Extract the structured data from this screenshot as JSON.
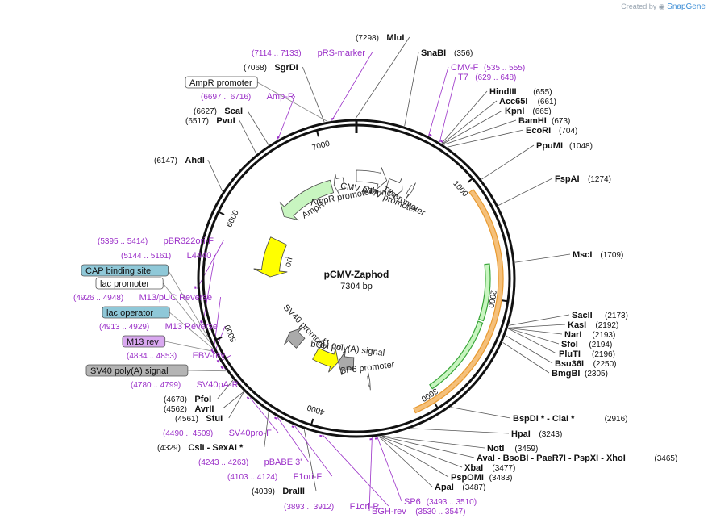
{
  "brand": {
    "prefix": "Created by",
    "name": "SnapGene"
  },
  "plasmid": {
    "name": "pCMV-Zaphod",
    "size_label": "7304 bp",
    "length": 7304
  },
  "ticks": [
    {
      "pos": 1000,
      "label": "1000"
    },
    {
      "pos": 2000,
      "label": "2000"
    },
    {
      "pos": 3000,
      "label": "3000"
    },
    {
      "pos": 4000,
      "label": "4000"
    },
    {
      "pos": 5000,
      "label": "5000"
    },
    {
      "pos": 6000,
      "label": "6000"
    },
    {
      "pos": 7000,
      "label": "7000"
    }
  ],
  "features": [
    {
      "name": "AmpR",
      "start": 6300,
      "end": 7000,
      "strand": "-",
      "kind": "ampr",
      "color": "#c8f5c0"
    },
    {
      "name": "AmpR promoter",
      "start": 7030,
      "end": 7150,
      "strand": "-",
      "kind": "promoter",
      "color": "#ffffff"
    },
    {
      "name": "CMV enhancer",
      "start": 0,
      "end": 350,
      "strand": "+",
      "kind": "enhancer",
      "color": "#ffffff"
    },
    {
      "name": "CMV promoter",
      "start": 370,
      "end": 560,
      "strand": "+",
      "kind": "promoter",
      "color": "#ffffff"
    },
    {
      "name": "T7 promoter",
      "start": 620,
      "end": 660,
      "strand": "+",
      "kind": "promoter",
      "color": "#ffffff"
    },
    {
      "name": "ori",
      "start": 5500,
      "end": 6000,
      "strand": "-",
      "kind": "ori",
      "color": "#ffff00"
    },
    {
      "name": "SV40 promoter",
      "start": 4480,
      "end": 4690,
      "strand": "+",
      "kind": "promoter",
      "color": "#aaaaaa"
    },
    {
      "name": "f1 ori",
      "start": 3900,
      "end": 4230,
      "strand": "-",
      "kind": "ori",
      "color": "#ffff00"
    },
    {
      "name": "bGH poly(A) signal",
      "start": 3690,
      "end": 3900,
      "strand": "+",
      "kind": "terminator",
      "color": "#aaaaaa"
    },
    {
      "name": "SP6 promoter",
      "start": 3500,
      "end": 3520,
      "strand": "-",
      "kind": "promoter",
      "color": "#ffffff"
    }
  ],
  "orf_arcs": [
    {
      "start": 1070,
      "end": 3170,
      "color": "#f5c07a",
      "stroke": "#e89a30"
    },
    {
      "start": 1700,
      "end": 2200,
      "color": "#c8f5c0",
      "stroke": "#3aa63a"
    },
    {
      "start": 2220,
      "end": 2950,
      "color": "#c8f5c0",
      "stroke": "#3aa63a"
    }
  ],
  "labels": [
    {
      "name": "MluI",
      "pos": "(7298)",
      "type": "site"
    },
    {
      "name": "SnaBI",
      "pos": "(356)",
      "type": "site"
    },
    {
      "name": "CMV-F",
      "pos": "(535 .. 555)",
      "type": "primer"
    },
    {
      "name": "T7",
      "pos": "(629 .. 648)",
      "type": "primer"
    },
    {
      "name": "HindIII",
      "pos": "(655)",
      "type": "site"
    },
    {
      "name": "Acc65I",
      "pos": "(661)",
      "type": "site"
    },
    {
      "name": "KpnI",
      "pos": "(665)",
      "type": "site"
    },
    {
      "name": "BamHI",
      "pos": "(673)",
      "type": "site"
    },
    {
      "name": "EcoRI",
      "pos": "(704)",
      "type": "site"
    },
    {
      "name": "PpuMI",
      "pos": "(1048)",
      "type": "site"
    },
    {
      "name": "FspAI",
      "pos": "(1274)",
      "type": "site"
    },
    {
      "name": "MscI",
      "pos": "(1709)",
      "type": "site"
    },
    {
      "name": "SacII",
      "pos": "(2173)",
      "type": "site"
    },
    {
      "name": "KasI",
      "pos": "(2192)",
      "type": "site"
    },
    {
      "name": "NarI",
      "pos": "(2193)",
      "type": "site"
    },
    {
      "name": "SfoI",
      "pos": "(2194)",
      "type": "site"
    },
    {
      "name": "PluTI",
      "pos": "(2196)",
      "type": "site"
    },
    {
      "name": "Bsu36I",
      "pos": "(2250)",
      "type": "site"
    },
    {
      "name": "BmgBI",
      "pos": "(2305)",
      "type": "site"
    },
    {
      "name": "BspDI * - ClaI *",
      "pos": "(2916)",
      "type": "site"
    },
    {
      "name": "HpaI",
      "pos": "(3243)",
      "type": "site"
    },
    {
      "name": "NotI",
      "pos": "(3459)",
      "type": "site"
    },
    {
      "name": "AvaI - BsoBI - PaeR7I - PspXI - XhoI",
      "pos": "(3465)",
      "type": "site"
    },
    {
      "name": "XbaI",
      "pos": "(3477)",
      "type": "site"
    },
    {
      "name": "PspOMI",
      "pos": "(3483)",
      "type": "site"
    },
    {
      "name": "ApaI",
      "pos": "(3487)",
      "type": "site"
    },
    {
      "name": "SP6",
      "pos": "(3493 .. 3510)",
      "type": "primer"
    },
    {
      "name": "BGH-rev",
      "pos": "(3530 .. 3547)",
      "type": "primer"
    },
    {
      "name": "F1ori-R",
      "pos": "(3893 .. 3912)",
      "type": "primer"
    },
    {
      "name": "DraIII",
      "pos": "(4039)",
      "type": "site"
    },
    {
      "name": "F1ori-F",
      "pos": "(4103 .. 4124)",
      "type": "primer"
    },
    {
      "name": "pBABE 3'",
      "pos": "(4243 .. 4263)",
      "type": "primer"
    },
    {
      "name": "CsiI - SexAI *",
      "pos": "(4329)",
      "type": "site"
    },
    {
      "name": "SV40pro-F",
      "pos": "(4490 .. 4509)",
      "type": "primer"
    },
    {
      "name": "StuI",
      "pos": "(4561)",
      "type": "site"
    },
    {
      "name": "AvrII",
      "pos": "(4562)",
      "type": "site"
    },
    {
      "name": "PfoI",
      "pos": "(4678)",
      "type": "site"
    },
    {
      "name": "SV40pA-R",
      "pos": "(4780 .. 4799)",
      "type": "primer"
    },
    {
      "name": "SV40 poly(A) signal",
      "pos": "",
      "type": "box",
      "color": "#b4b4b4"
    },
    {
      "name": "EBV-rev",
      "pos": "(4834 .. 4853)",
      "type": "primer"
    },
    {
      "name": "M13 rev",
      "pos": "",
      "type": "box",
      "color": "#d9a8f0"
    },
    {
      "name": "M13 Reverse",
      "pos": "(4913 .. 4929)",
      "type": "primer"
    },
    {
      "name": "lac operator",
      "pos": "",
      "type": "box",
      "color": "#8fc8d8"
    },
    {
      "name": "M13/pUC Reverse",
      "pos": "(4926 .. 4948)",
      "type": "primer"
    },
    {
      "name": "lac promoter",
      "pos": "",
      "type": "box",
      "color": "#ffffff"
    },
    {
      "name": "CAP binding site",
      "pos": "",
      "type": "box",
      "color": "#8fc8d8"
    },
    {
      "name": "L4440",
      "pos": "(5144 .. 5161)",
      "type": "primer"
    },
    {
      "name": "pBR322ori-F",
      "pos": "(5395 .. 5414)",
      "type": "primer"
    },
    {
      "name": "AhdI",
      "pos": "(6147)",
      "type": "site"
    },
    {
      "name": "PvuI",
      "pos": "(6517)",
      "type": "site"
    },
    {
      "name": "ScaI",
      "pos": "(6627)",
      "type": "site"
    },
    {
      "name": "Amp-R",
      "pos": "(6697 .. 6716)",
      "type": "primer"
    },
    {
      "name": "AmpR promoter",
      "pos": "",
      "type": "box",
      "color": "#ffffff"
    },
    {
      "name": "SgrDI",
      "pos": "(7068)",
      "type": "site"
    },
    {
      "name": "pRS-marker",
      "pos": "(7114 .. 7133)",
      "type": "primer"
    }
  ]
}
